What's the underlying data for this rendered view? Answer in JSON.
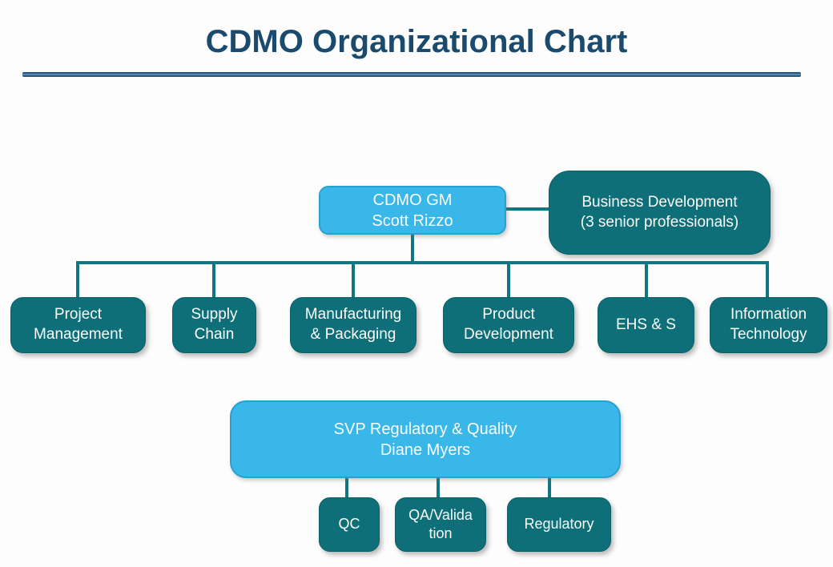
{
  "title": "CDMO Organizational Chart",
  "colors": {
    "title_text": "#1a4a6d",
    "divider_blue": "#1f4e79",
    "box_light_blue": "#38b7e8",
    "box_light_blue_border": "#2aa0d2",
    "box_teal": "#0e6f78",
    "connector": "#107680",
    "box_text": "#fbfdfd"
  },
  "nodes": {
    "gm": {
      "label": "CDMO GM\nScott Rizzo"
    },
    "business_dev": {
      "label": "Business Development\n(3 senior professionals)"
    },
    "departments": [
      {
        "label": "Project\nManagement"
      },
      {
        "label": "Supply\nChain"
      },
      {
        "label": "Manufacturing\n& Packaging"
      },
      {
        "label": "Product\nDevelopment"
      },
      {
        "label": "EHS & S"
      },
      {
        "label": "Information\nTechnology"
      }
    ],
    "svp": {
      "label": "SVP Regulatory & Quality\nDiane Myers"
    },
    "quality_units": [
      {
        "label": "QC"
      },
      {
        "label": "QA/Valida\ntion"
      },
      {
        "label": "Regulatory"
      }
    ]
  }
}
